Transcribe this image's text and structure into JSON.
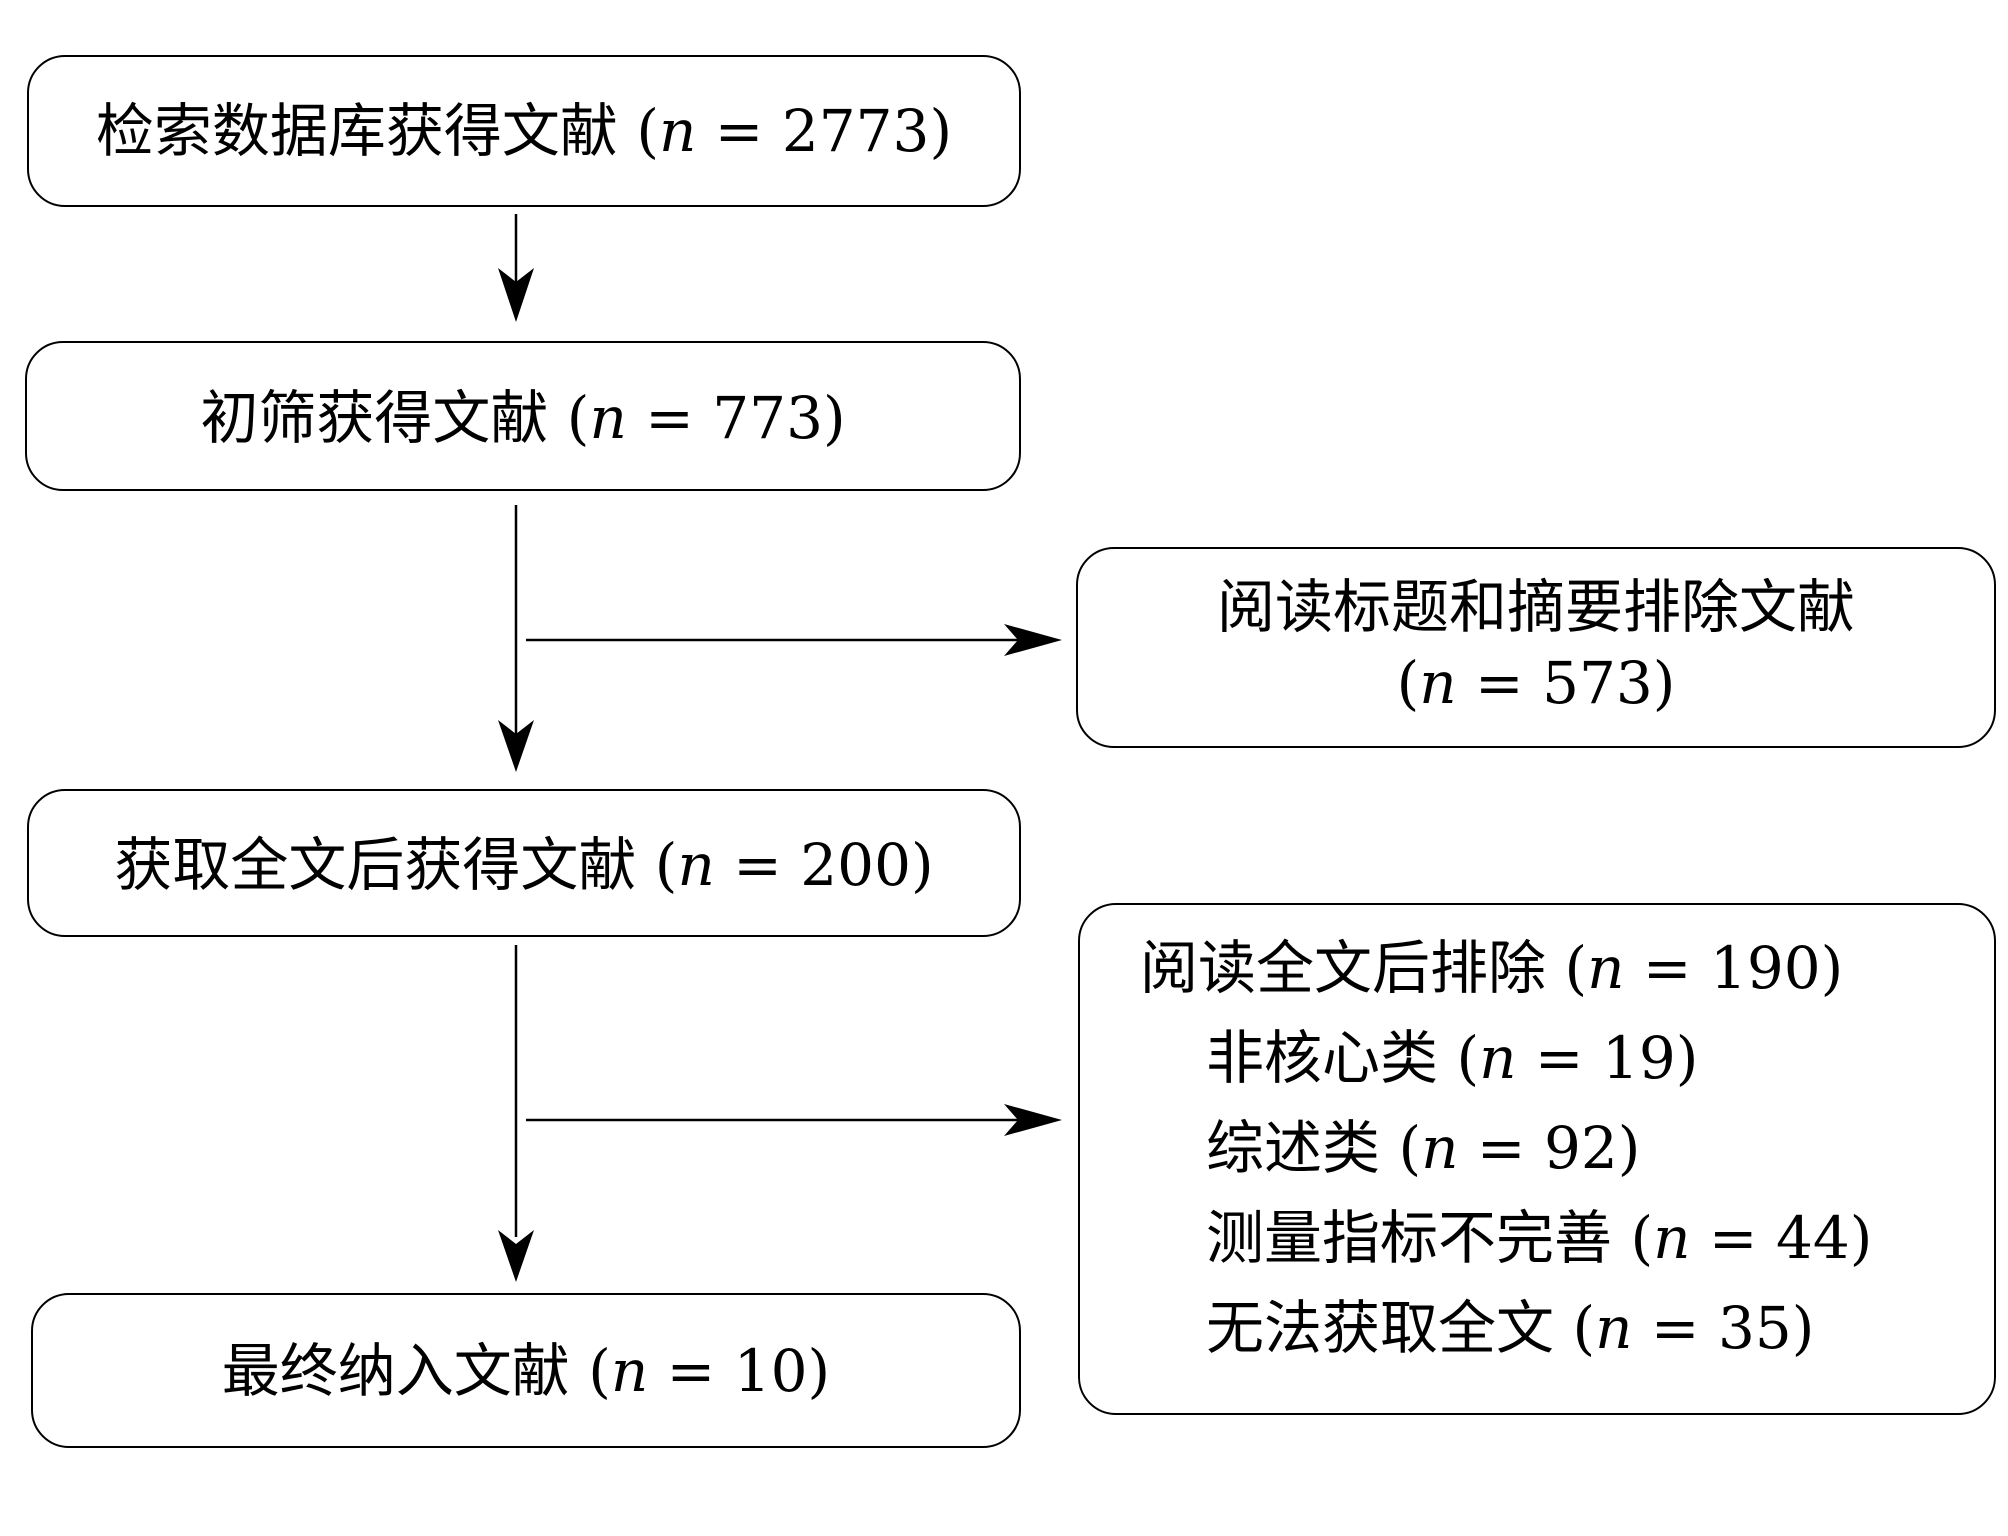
{
  "n_symbol": "n",
  "boxes": {
    "search": {
      "label": "检索数据库获得文献",
      "count": "2773"
    },
    "screening": {
      "label": "初筛获得文献",
      "count": "773"
    },
    "title_abstract_excluded": {
      "label": "阅读标题和摘要排除文献",
      "count": "573"
    },
    "fulltext": {
      "label": "获取全文后获得文献",
      "count": "200"
    },
    "fulltext_excluded": {
      "label": "阅读全文后排除",
      "count": "190",
      "reasons": [
        {
          "label": "非核心类",
          "count": "19"
        },
        {
          "label": "综述类",
          "count": "92"
        },
        {
          "label": "测量指标不完善",
          "count": "44"
        },
        {
          "label": "无法获取全文",
          "count": "35"
        }
      ]
    },
    "final": {
      "label": "最终纳入文献",
      "count": "10"
    }
  }
}
